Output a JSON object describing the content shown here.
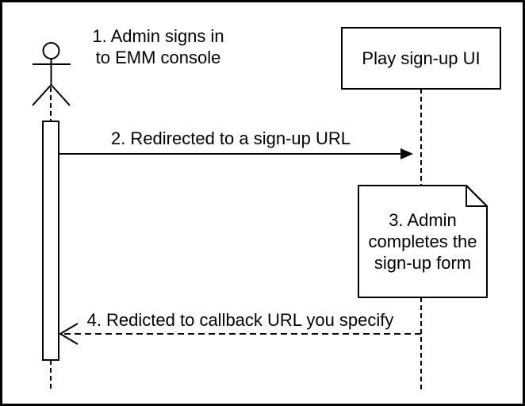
{
  "colors": {
    "stroke": "#000000",
    "background": "#ffffff",
    "note_fold_fill": "#f2f2f2"
  },
  "participants": {
    "play_signup_ui": {
      "label": "Play sign-up UI"
    }
  },
  "messages": {
    "step1": {
      "lines": [
        "1. Admin signs in",
        "to EMM console"
      ]
    },
    "step2": {
      "label": "2. Redirected to a sign-up URL"
    },
    "step3_note": {
      "lines": [
        "3. Admin",
        "completes the",
        "sign-up form"
      ]
    },
    "step4": {
      "label": "4. Redicted to callback URL you specify"
    }
  }
}
